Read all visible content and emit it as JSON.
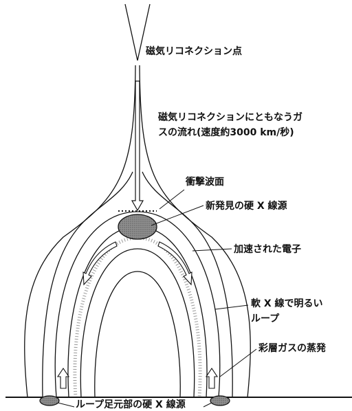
{
  "labels": {
    "reconnection_point": "磁気リコネクション点",
    "gas_flow_line1": "磁気リコネクションにともなうガ",
    "gas_flow_line2": "スの流れ(速度約3000 km/秒)",
    "shock_front": "衝撃波面",
    "new_hard_xray_source": "新発見の硬 X 線源",
    "accelerated_electrons": "加速された電子",
    "soft_xray_loop_line1": "軟 X 線で明るい",
    "soft_xray_loop_line2": "ループ",
    "chromospheric_evaporation": "彩層ガスの蒸発",
    "footpoint_hard_xray": "ループ足元部の硬 X 線源"
  },
  "colors": {
    "line": "#111111",
    "source_fill": "#9a9a9a",
    "background": "#ffffff"
  }
}
